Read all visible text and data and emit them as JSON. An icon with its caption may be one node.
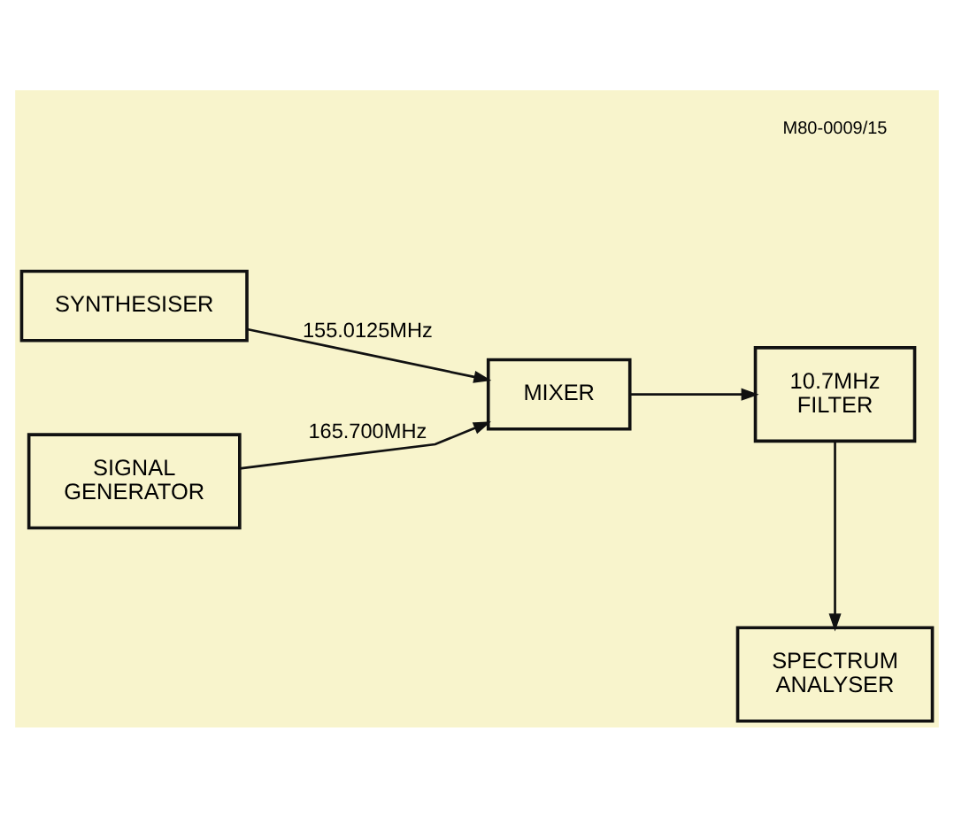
{
  "diagram": {
    "nodes": [
      {
        "text": [
          "SYNTHESISER"
        ]
      },
      {
        "text": [
          "MIXER"
        ]
      },
      {
        "text": [
          "10.7MHz FILTER"
        ]
      },
      {
        "text": [
          "SIGNAL GENERATOR"
        ]
      },
      {
        "text": [
          "SPECTRUM ANALYSER"
        ]
      }
    ],
    "edges": [
      {
        "from": 0,
        "to": 1,
        "arrow": "to",
        "label": "155.0125MHz"
      },
      {
        "from": 3,
        "to": 1,
        "arrow": "to",
        "label": "165.700MHz"
      },
      {
        "from": 1,
        "to": 2,
        "arrow": "to"
      },
      {
        "from": 2,
        "to": 4,
        "arrow": "to"
      }
    ],
    "labels": [
      "M80-0009/15"
    ]
  }
}
